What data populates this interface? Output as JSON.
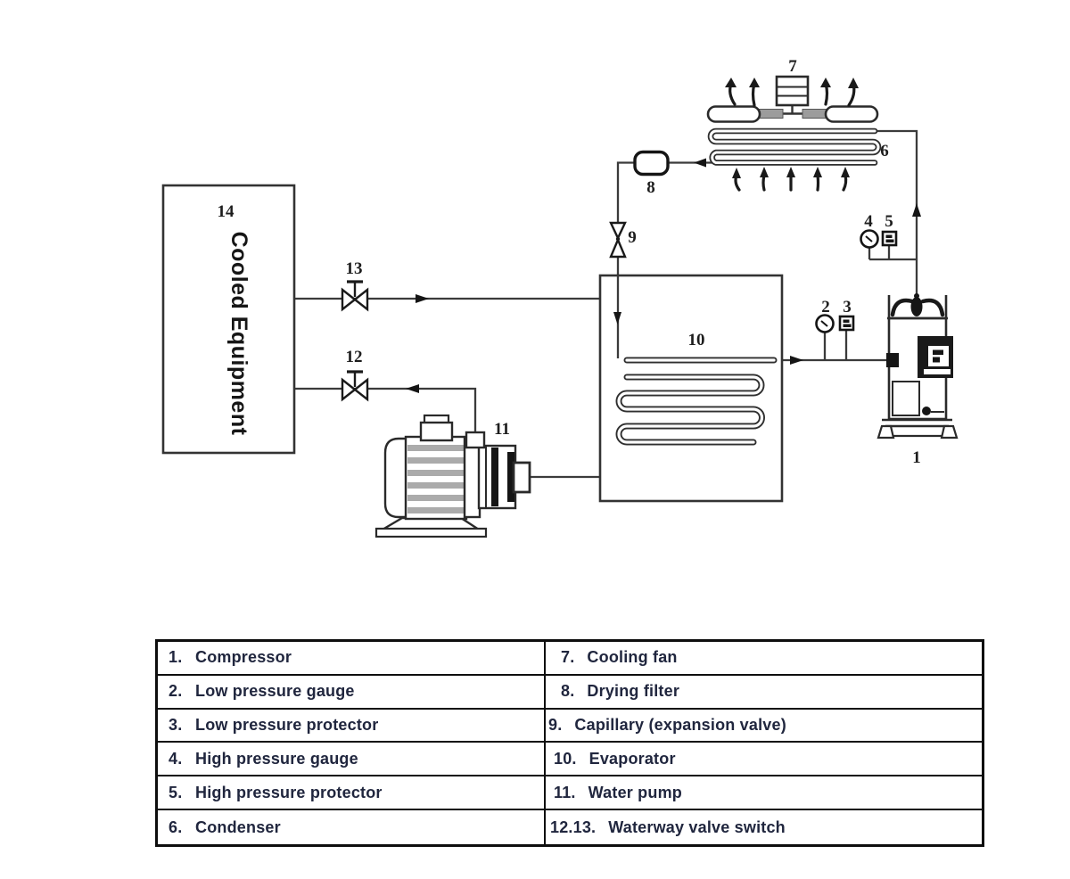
{
  "title": "Refrigeration system schematic",
  "colors": {
    "line": "#3b3b3b",
    "dark": "#151515",
    "gray_fill": "#9c9c9c",
    "table_text": "#20263e",
    "table_border": "#0e0e0e",
    "background": "#ffffff"
  },
  "diagram": {
    "cooled_equipment": {
      "number": "14",
      "label": "Cooled Equipment"
    },
    "numbers": {
      "n1": "1",
      "n2": "2",
      "n3": "3",
      "n4": "4",
      "n5": "5",
      "n6": "6",
      "n7": "7",
      "n8": "8",
      "n9": "9",
      "n10": "10",
      "n11": "11",
      "n12": "12",
      "n13": "13"
    }
  },
  "legend": {
    "left": [
      {
        "num": "1.",
        "name": "Compressor"
      },
      {
        "num": "2.",
        "name": "Low pressure gauge"
      },
      {
        "num": "3.",
        "name": "Low pressure protector"
      },
      {
        "num": "4.",
        "name": "High pressure gauge"
      },
      {
        "num": "5.",
        "name": "High pressure protector"
      },
      {
        "num": "6.",
        "name": "Condenser"
      }
    ],
    "right": [
      {
        "num": "7.",
        "name": "Cooling fan"
      },
      {
        "num": "8.",
        "name": "Drying filter"
      },
      {
        "num": "9.",
        "name": "Capillary (expansion valve)"
      },
      {
        "num": "10.",
        "name": "Evaporator"
      },
      {
        "num": "11.",
        "name": "Water pump"
      },
      {
        "num": "12.13.",
        "name": "Waterway valve switch"
      }
    ]
  }
}
